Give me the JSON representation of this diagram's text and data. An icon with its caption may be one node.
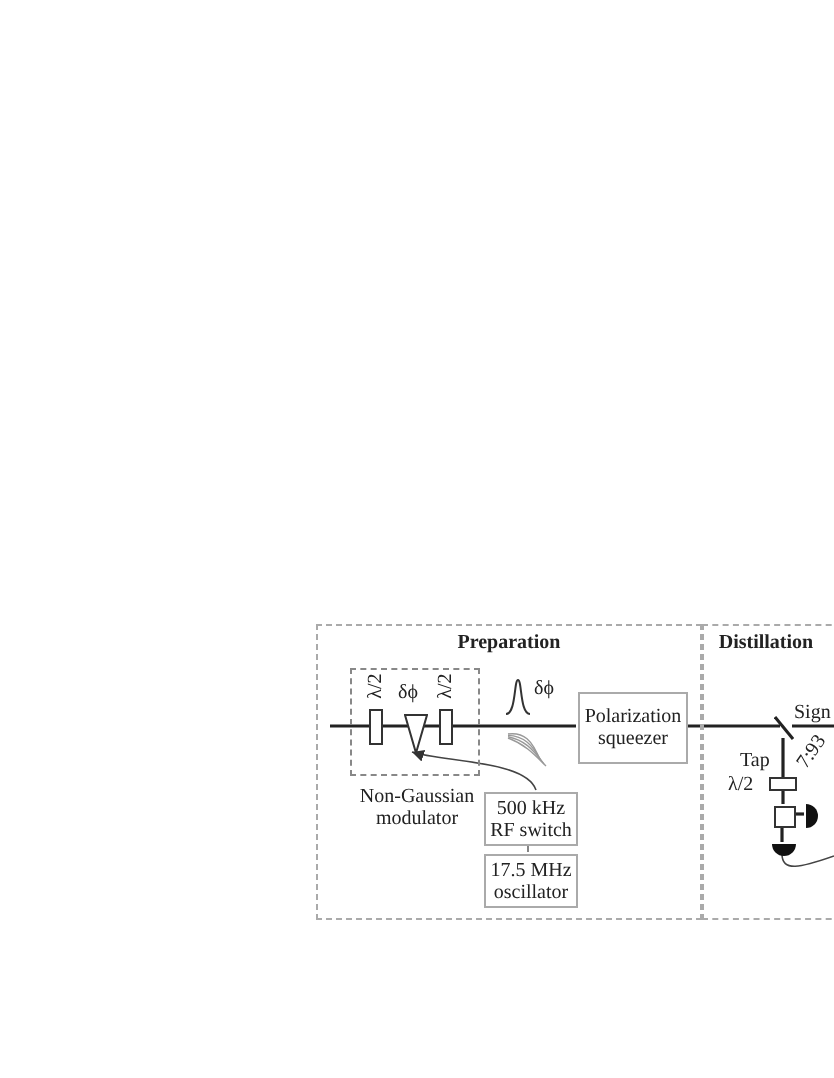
{
  "diagram": {
    "nodes": [
      {
        "text": [
          "Preparation"
        ]
      },
      {
        "text": [
          "Non-Gaussian modulator"
        ],
        "in": 0
      },
      {
        "text": [],
        "shape": "triangle",
        "in": 1
      },
      {
        "text": [
          "Polarization squeezer"
        ],
        "in": 0
      },
      {
        "text": [
          "500 kHz RF switch"
        ],
        "in": 0
      },
      {
        "text": [
          "17.5 MHz oscillator"
        ],
        "in": 0
      },
      {
        "text": [
          "Distillation"
        ]
      },
      {
        "text": [],
        "shape": "bar",
        "in": 6
      },
      {
        "text": [],
        "shape": "box",
        "in": 6
      },
      {
        "text": [],
        "shape": "semicircle",
        "in": 6
      },
      {
        "text": [],
        "shape": "semicircle",
        "in": 6
      }
    ],
    "edges": [
      {
        "from": 5,
        "to": 4,
        "arrow": "none",
        "color": "#666666"
      },
      {
        "from": 4,
        "to": 2,
        "arrow": "to",
        "color": "#444444"
      },
      {
        "from": 3,
        "to": 7,
        "arrow": "none"
      },
      {
        "from": 7,
        "to": 8,
        "arrow": "none"
      },
      {
        "from": 8,
        "to": 9,
        "arrow": "none"
      },
      {
        "from": 8,
        "to": 10,
        "arrow": "none"
      },
      {
        "from": 10,
        "to": null,
        "arrow": "none",
        "color": "#444444"
      }
    ],
    "labels": [
      "λ/2",
      "δϕ",
      "λ/2",
      "δϕ",
      "Sign",
      "Tap",
      "7:93",
      "λ/2"
    ]
  }
}
